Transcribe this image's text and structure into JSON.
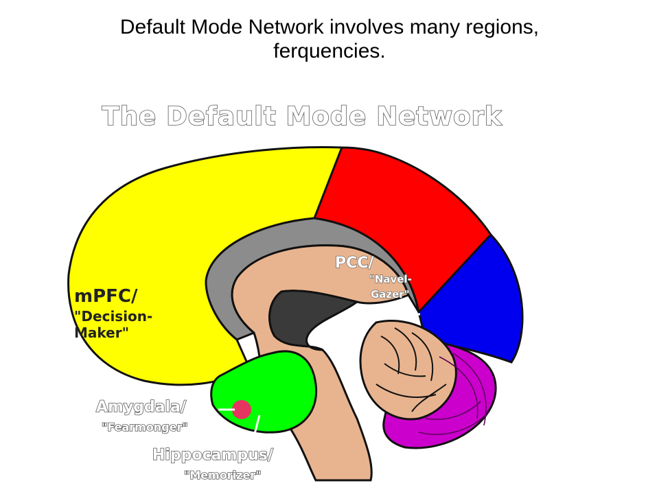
{
  "slide": {
    "title_line1": "Default Mode Network involves  many regions,",
    "title_line2": "ferquencies."
  },
  "diagram": {
    "heading": "The Default Mode Network",
    "labels": {
      "mpfc": [
        "mPFC/",
        "\"Decision-",
        "Maker\""
      ],
      "pcc": [
        "PCC/",
        "\"Navel-",
        "Gazer\""
      ],
      "amygdala": [
        "Amygdala/",
        "\"Fearmonger\""
      ],
      "hippocampus": [
        "Hippocampus/",
        "\"Memorizer\""
      ]
    },
    "colors": {
      "mpfc": "#ffff00",
      "parietal": "#ff0000",
      "occipital": "#0000ee",
      "cingulate": "#8c8c8c",
      "tissue": "#e8b48f",
      "ventricle": "#3a3a3a",
      "medial_temporal": "#00ff00",
      "amygdala_spot": "#ff1f6a",
      "cerebellum_base": "#cc00cc"
    }
  }
}
